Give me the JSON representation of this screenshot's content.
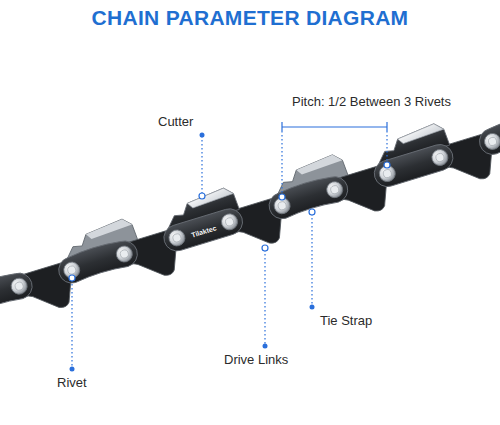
{
  "diagram": {
    "title": "CHAIN PARAMETER DIAGRAM",
    "labels": [
      "Cutter",
      "Pitch: 1/2 Between 3 Rivets",
      "Tilaktec",
      "Tie Strap",
      "Drive Links",
      "Rivet"
    ]
  }
}
